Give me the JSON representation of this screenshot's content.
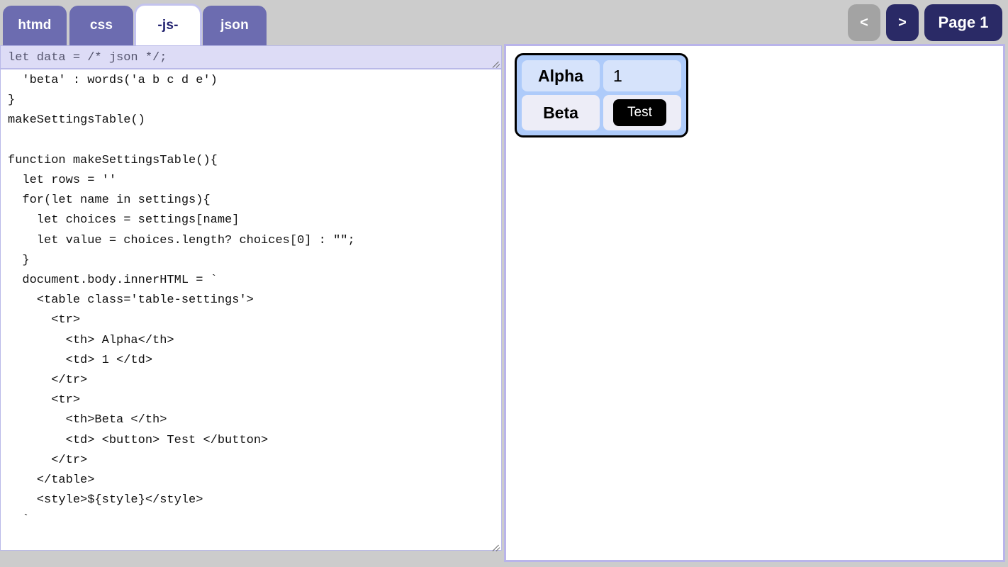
{
  "header": {
    "tabs": [
      {
        "label": "htmd",
        "active": false
      },
      {
        "label": "css",
        "active": false
      },
      {
        "label": "-js-",
        "active": true
      },
      {
        "label": "json",
        "active": false
      }
    ],
    "nav": {
      "prev_label": "<",
      "next_label": ">",
      "page_label": "Page 1",
      "prev_disabled": true
    }
  },
  "editor": {
    "json_strip_value": "let data = /* json */;",
    "js_code_value": "  'beta' : words('a b c d e')\n}\nmakeSettingsTable()\n\nfunction makeSettingsTable(){\n  let rows = ''\n  for(let name in settings){\n    let choices = settings[name]\n    let value = choices.length? choices[0] : \"\";\n  }\n  document.body.innerHTML = `\n    <table class='table-settings'>\n      <tr>\n        <th> Alpha</th>\n        <td> 1 </td>\n      </tr>\n      <tr>\n        <th>Beta </th>\n        <td> <button> Test </button>\n      </tr>\n    </table>\n    <style>${style}</style>\n  `\n\n}"
  },
  "preview": {
    "table": {
      "rows": [
        {
          "name": "Alpha",
          "value": "1",
          "is_button": false
        },
        {
          "name": "Beta",
          "value": "Test",
          "is_button": true
        }
      ]
    }
  },
  "colors": {
    "tab_inactive": "#6c6cb0",
    "tab_active_bg": "#ffffff",
    "tab_active_text": "#232370",
    "nav_active": "#2a2a66",
    "nav_disabled": "#a3a3a3",
    "page_bg": "#cccccc",
    "json_strip_bg": "#dddcf6",
    "panel_border": "#b9b4ea",
    "table_bg": "#aecbfa",
    "row1_cell": "#d6e3fb",
    "row2_cell": "#ededf7",
    "button_bg": "#000000"
  }
}
